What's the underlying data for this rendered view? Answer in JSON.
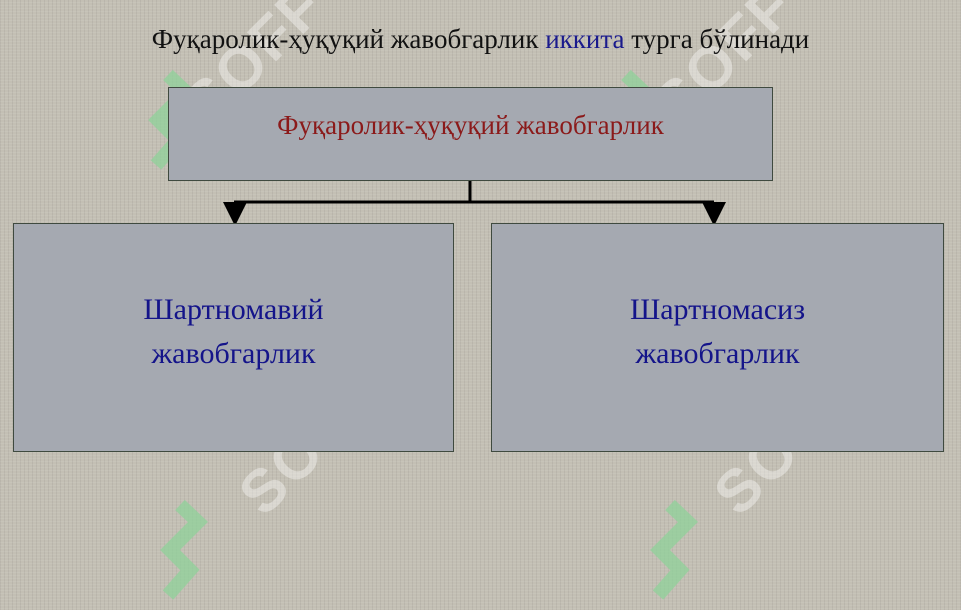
{
  "title": {
    "part1": "Фуқаролик-ҳуқуқий жавобгарлик",
    "highlight": "иккита",
    "part2": "турга бўлинади"
  },
  "diagram": {
    "root": "Фуқаролик-ҳуқуқий жавобгарлик",
    "children": [
      {
        "line1": "Шартномавий",
        "line2": "жавобгарлик"
      },
      {
        "line1": "Шартномасиз",
        "line2": "жавобгарлик"
      }
    ]
  },
  "watermark": "SOFF",
  "colors": {
    "background": "#c3bfb4",
    "box_fill": "#a5a9b1",
    "root_text": "#8b1a1a",
    "child_text": "#14148a",
    "title_highlight": "#1a1a8c",
    "watermark_mark": "#8fd19a"
  }
}
